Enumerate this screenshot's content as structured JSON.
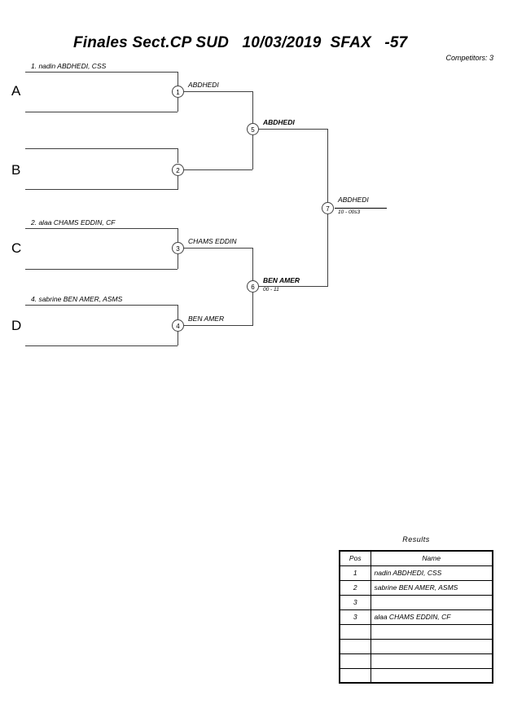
{
  "header": {
    "title": "Finales Sect.CP SUD   10/03/2019  SFAX   -57",
    "competitors": "Competitors: 3"
  },
  "brackets": [
    {
      "letter": "A",
      "entry": "1. nadin ABDHEDI, CSS"
    },
    {
      "letter": "B",
      "entry": ""
    },
    {
      "letter": "C",
      "entry": "2. alaa CHAMS EDDIN, CF"
    },
    {
      "letter": "D",
      "entry": "4. sabrine BEN AMER, ASMS"
    }
  ],
  "matches": [
    {
      "number": "1",
      "winner": "ABDHEDI",
      "score": ""
    },
    {
      "number": "2",
      "winner": "",
      "score": ""
    },
    {
      "number": "3",
      "winner": "CHAMS EDDIN",
      "score": ""
    },
    {
      "number": "4",
      "winner": "BEN AMER",
      "score": ""
    },
    {
      "number": "5",
      "winner": "ABDHEDI",
      "score": ""
    },
    {
      "number": "6",
      "winner": "BEN AMER",
      "score": "00 - 11"
    },
    {
      "number": "7",
      "winner": "ABDHEDI",
      "score": "10 - 00s3"
    }
  ],
  "results": {
    "caption": "Results",
    "columns": [
      "Pos",
      "Name"
    ],
    "rows": [
      {
        "pos": "1",
        "name": "nadin ABDHEDI, CSS"
      },
      {
        "pos": "2",
        "name": "sabrine BEN AMER, ASMS"
      },
      {
        "pos": "3",
        "name": ""
      },
      {
        "pos": "3",
        "name": "alaa CHAMS EDDIN, CF"
      },
      {
        "pos": "",
        "name": ""
      },
      {
        "pos": "",
        "name": ""
      },
      {
        "pos": "",
        "name": ""
      },
      {
        "pos": "",
        "name": ""
      }
    ]
  },
  "colors": {
    "line": "#404040",
    "text": "#000000",
    "background": "#ffffff"
  }
}
